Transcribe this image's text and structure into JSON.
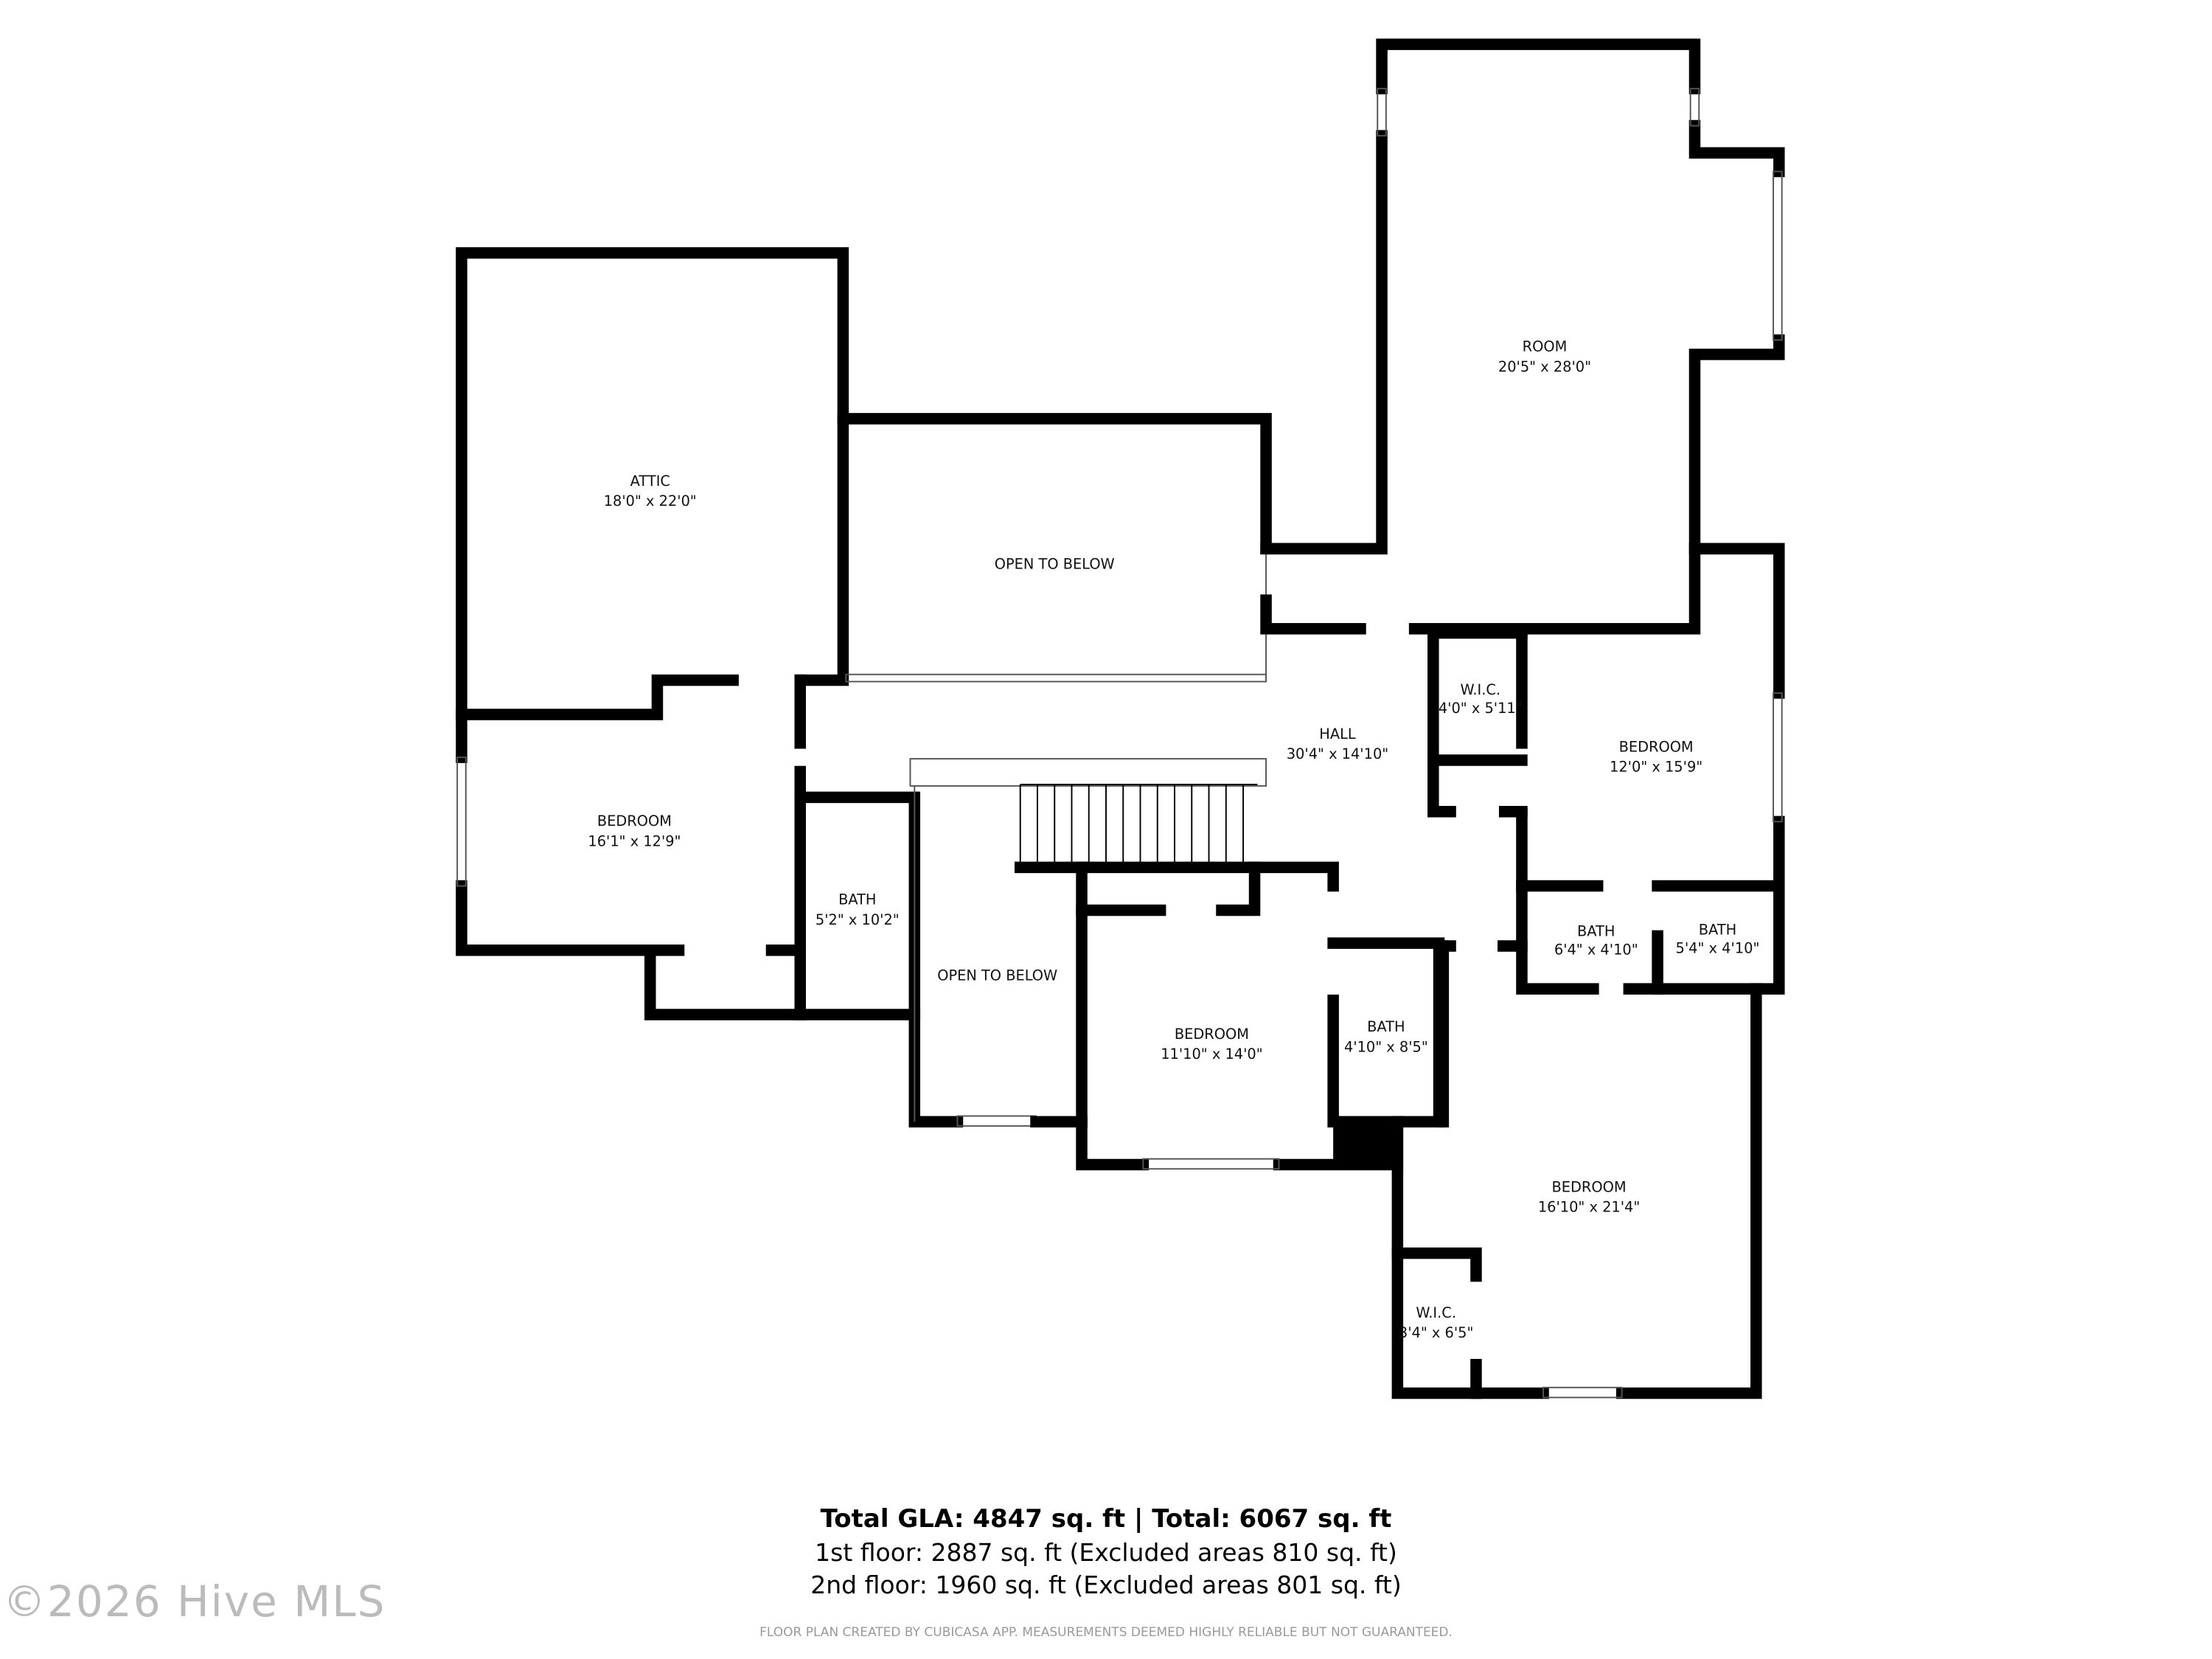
{
  "rooms": [
    {
      "name": "ATTIC",
      "dims": "18'0\" x 22'0\""
    },
    {
      "name": "OPEN TO BELOW",
      "dims": ""
    },
    {
      "name": "ROOM",
      "dims": "20'5\" x 28'0\""
    },
    {
      "name": "HALL",
      "dims": "30'4\" x 14'10\""
    },
    {
      "name": "W.I.C.",
      "dims": "4'0\" x 5'11\""
    },
    {
      "name": "BEDROOM",
      "dims": "12'0\" x 15'9\""
    },
    {
      "name": "BEDROOM",
      "dims": "16'1\" x 12'9\""
    },
    {
      "name": "BATH",
      "dims": "5'2\" x 10'2\""
    },
    {
      "name": "OPEN TO BELOW",
      "dims": ""
    },
    {
      "name": "BEDROOM",
      "dims": "11'10\" x 14'0\""
    },
    {
      "name": "BATH",
      "dims": "4'10\" x 8'5\""
    },
    {
      "name": "BATH",
      "dims": "6'4\" x 4'10\""
    },
    {
      "name": "BATH",
      "dims": "5'4\" x 4'10\""
    },
    {
      "name": "BEDROOM",
      "dims": "16'10\" x 21'4\""
    },
    {
      "name": "W.I.C.",
      "dims": "3'4\" x 6'5\""
    }
  ],
  "summary": {
    "total": "Total GLA: 4847 sq. ft | Total: 6067 sq. ft",
    "first_floor": "1st floor: 2887 sq. ft (Excluded areas 810 sq. ft)",
    "second_floor": "2nd floor: 1960 sq. ft (Excluded areas 801 sq. ft)",
    "disclaimer": "FLOOR PLAN CREATED BY CUBICASA APP. MEASUREMENTS DEEMED HIGHLY RELIABLE BUT NOT GUARANTEED."
  },
  "watermark": "©2026 Hive MLS"
}
